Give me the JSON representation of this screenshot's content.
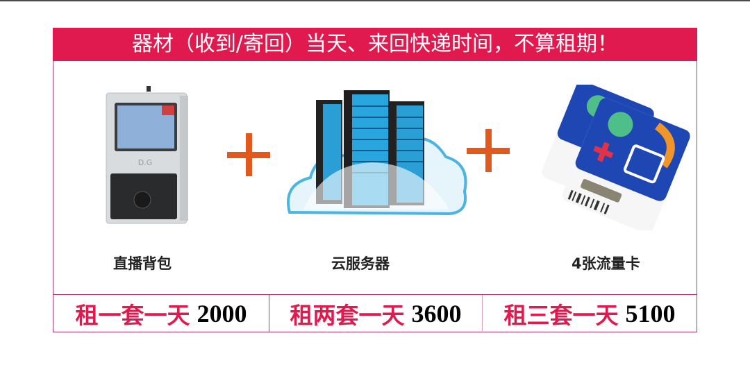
{
  "banner": {
    "text": "器材（收到/寄回）当天、来回快递时间，不算租期！",
    "bg_color": "#e0194f"
  },
  "items": [
    {
      "label": "直播背包",
      "icon": "live-streaming-backpack-image"
    },
    {
      "label": "云服务器",
      "icon": "cloud-server-image"
    },
    {
      "label": "4张流量卡",
      "icon": "sim-cards-image"
    }
  ],
  "separators": [
    "plus-icon",
    "plus-icon"
  ],
  "pricing": [
    {
      "label": "租一套一天",
      "price": "2000"
    },
    {
      "label": "租两套一天",
      "price": "3600"
    },
    {
      "label": "租三套一天",
      "price": "5100"
    }
  ],
  "colors": {
    "accent": "#e0194f",
    "plus": "#e05a1e",
    "border": "#b0306a"
  }
}
